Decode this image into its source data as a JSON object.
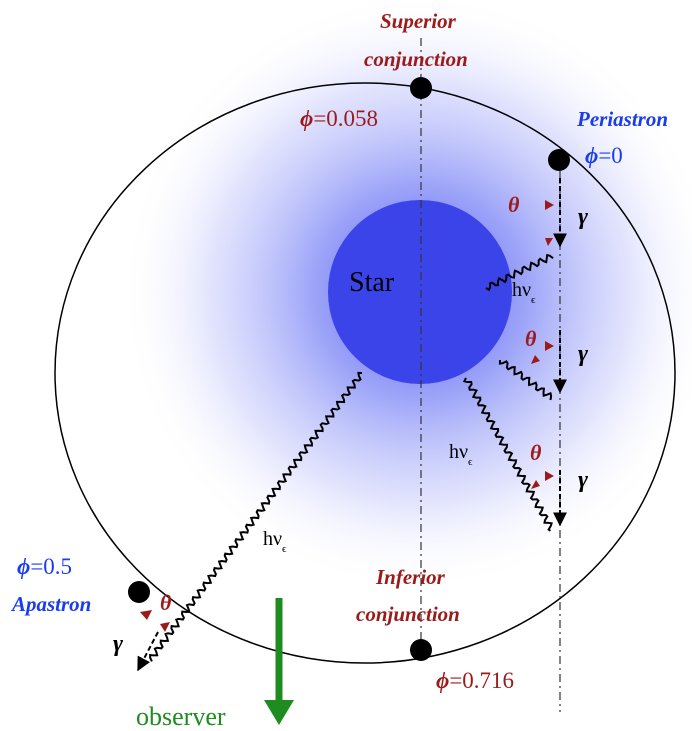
{
  "diagram": {
    "star_label": "Star",
    "orbit_points": {
      "superior_conjunction": {
        "line1": "Superior",
        "line2": "conjunction",
        "phase": "=0.058"
      },
      "periastron": {
        "name": "Periastron",
        "phase": "=0"
      },
      "apastron": {
        "name": "Apastron",
        "phase": "=0.5"
      },
      "inferior_conjunction": {
        "line1": "Inferior",
        "line2": "conjunction",
        "phase": "=0.716"
      }
    },
    "symbols": {
      "phi": "ϕ",
      "theta": "θ",
      "gamma": "γ",
      "photon_h": "hν",
      "photon_sub": "ϵ"
    },
    "observer_label": "observer",
    "colors": {
      "glow": "#3b4cf5",
      "star": "#3a44e8",
      "dark_red": "#9b1b1b",
      "blue_text": "#1a3cf0",
      "green": "#1e8c1e",
      "black": "#000000"
    }
  }
}
